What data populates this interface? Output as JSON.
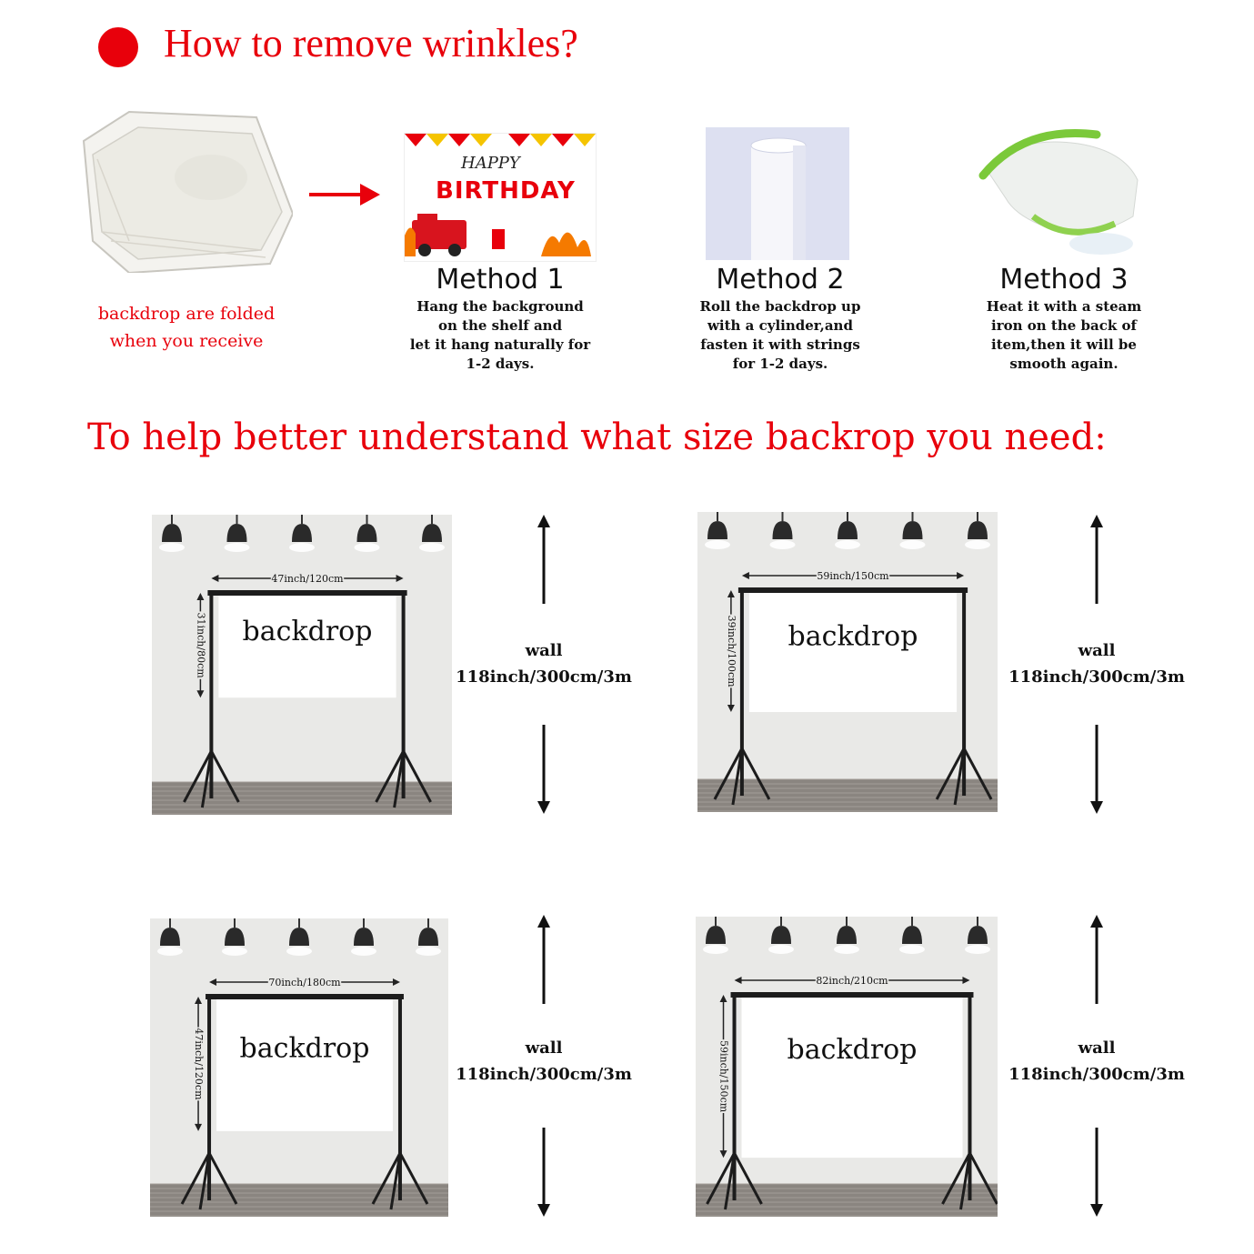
{
  "header": {
    "title": "How to remove wrinkles?",
    "accent": "#e8000b"
  },
  "folded": {
    "caption_line1": "backdrop are folded",
    "caption_line2": "when you receive"
  },
  "banner": {
    "happy": "HAPPY",
    "birthday": "BIRTHDAY"
  },
  "methods": [
    {
      "title": "Method 1",
      "lines": [
        "Hang the background",
        "on the shelf and",
        "let it hang naturally for",
        "1-2 days."
      ]
    },
    {
      "title": "Method 2",
      "lines": [
        "Roll the backdrop up",
        "with a cylinder,and",
        "fasten it with strings",
        "for 1-2 days."
      ]
    },
    {
      "title": "Method 3",
      "lines": [
        "Heat it with a steam",
        "iron on the back of",
        "item,then it will be",
        "smooth again."
      ]
    }
  ],
  "size_section": {
    "heading": "To help better understand what size backrop you need:"
  },
  "panels": [
    {
      "width_label": "47inch/120cm",
      "height_label": "31inch/80cm",
      "backdrop_label": "backdrop",
      "bar_ratio": 0.64,
      "drop_ratio": 0.4
    },
    {
      "width_label": "59inch/150cm",
      "height_label": "39inch/100cm",
      "backdrop_label": "backdrop",
      "bar_ratio": 0.74,
      "drop_ratio": 0.5
    },
    {
      "width_label": "70inch/180cm",
      "height_label": "47inch/120cm",
      "backdrop_label": "backdrop",
      "bar_ratio": 0.64,
      "drop_ratio": 0.58
    },
    {
      "width_label": "82inch/210cm",
      "height_label": "59inch/150cm",
      "backdrop_label": "backdrop",
      "bar_ratio": 0.78,
      "drop_ratio": 0.74
    }
  ],
  "wall": {
    "word": "wall",
    "size": "118inch/300cm/3m"
  }
}
